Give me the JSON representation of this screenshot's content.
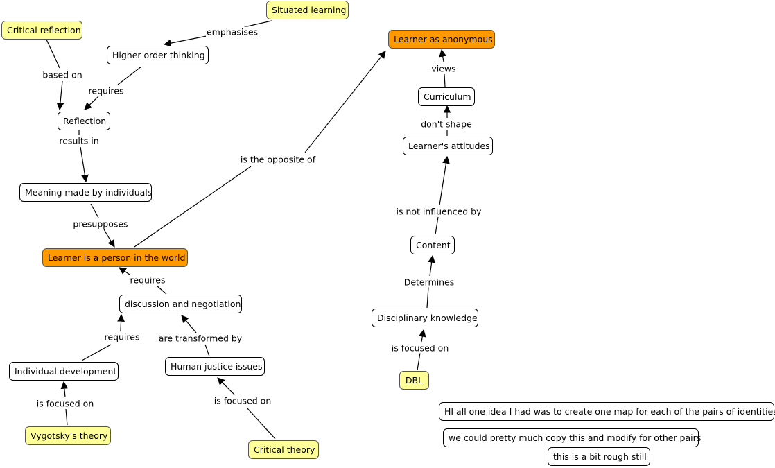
{
  "nodes": {
    "situated_learning": "Situated learning",
    "critical_reflection": "Critical reflection",
    "higher_order_thinking": "Higher order thinking",
    "reflection": "Reflection",
    "meaning_made": "Meaning made by individuals",
    "learner_person": "Learner is a person in the world",
    "discussion": "discussion and negotiation",
    "individual_development": "Individual development",
    "human_justice": "Human justice issues",
    "vygotsky": "Vygotsky's theory",
    "critical_theory": "Critical theory",
    "learner_anonymous": "Learner as anonymous",
    "curriculum": "Curriculum",
    "learners_attitudes": "Learner's attitudes",
    "content": "Content",
    "disciplinary_knowledge": "Disciplinary knowledge",
    "dbl": "DBL",
    "note1": "HI all one idea I had was to create one map for each of the pairs of identities",
    "note2": "we could pretty much copy this and modify for other pairs",
    "note3": "this is a bit rough still"
  },
  "edges": {
    "emphasises": "emphasises",
    "based_on": "based on",
    "requires_hot": "requires",
    "results_in": "results in",
    "presupposes": "presupposes",
    "is_the_opposite_of": "is the opposite of",
    "requires_disc": "requires",
    "requires_indiv": "requires",
    "are_transformed_by": "are transformed by",
    "is_focused_on_vyg": "is focused on",
    "is_focused_on_crit": "is focused on",
    "views": "views",
    "dont_shape": "don't shape",
    "is_not_influenced_by": "is not influenced by",
    "determines": "Determines",
    "is_focused_on_dbl": "is focused on"
  },
  "colors": {
    "yellow_node": "#ffff99",
    "orange_node": "#ff9900",
    "plain_node": "#ffffff",
    "line": "#000000"
  }
}
